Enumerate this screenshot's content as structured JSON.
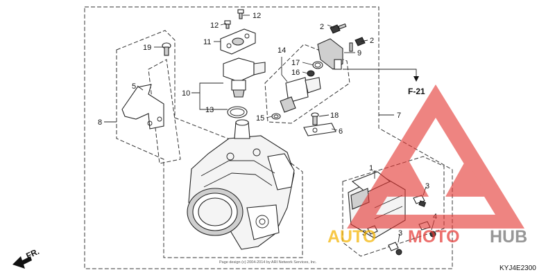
{
  "diagram": {
    "code": "KYJ4E2300",
    "copyright": "Page design (c) 2004-2014 by ARI Network Services, Inc.",
    "direction_label": "FR.",
    "ref_label": "F-21",
    "callouts": [
      "1",
      "2",
      "2",
      "3",
      "3",
      "3",
      "4",
      "5",
      "6",
      "7",
      "8",
      "9",
      "10",
      "11",
      "12",
      "12",
      "13",
      "14",
      "15",
      "16",
      "17",
      "18",
      "19"
    ]
  },
  "watermark": {
    "text_a": "AUTO",
    "text_b": "MOTO",
    "text_c": "HUB",
    "color_red": "#e53935",
    "color_yellow": "#f5b400",
    "color_gray": "#707070"
  }
}
